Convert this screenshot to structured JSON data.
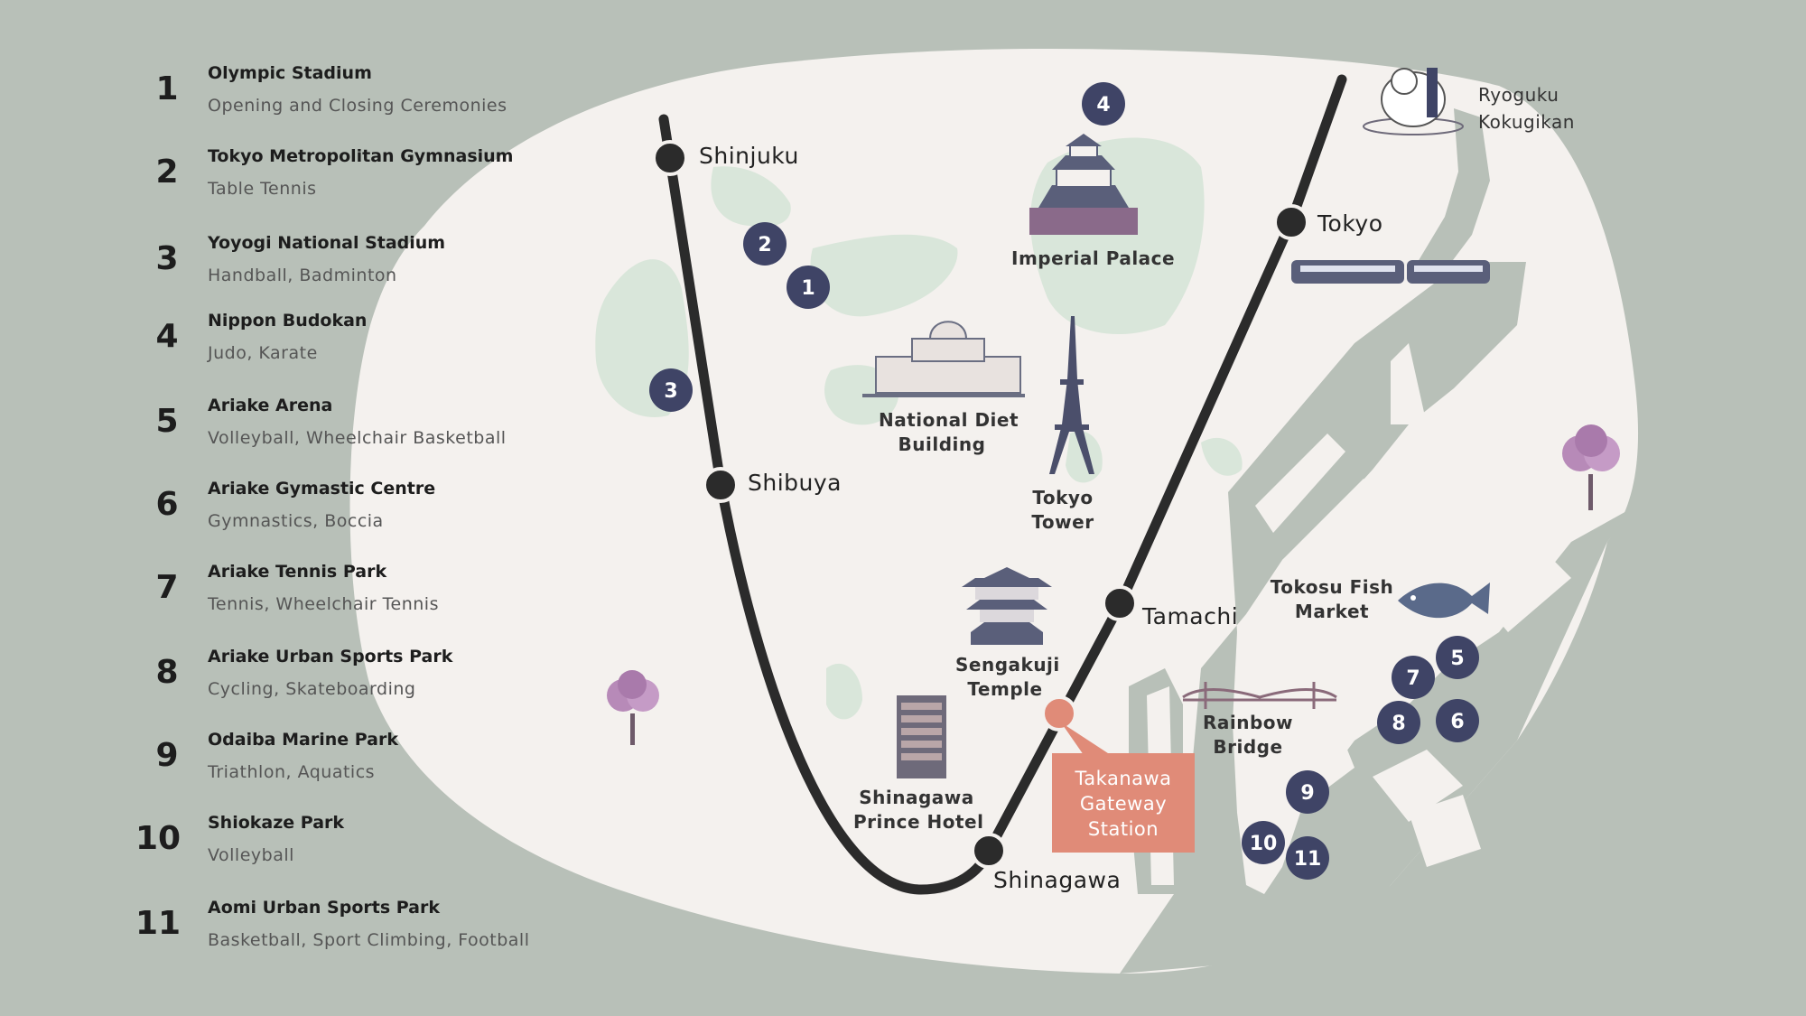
{
  "venues": [
    {
      "number": "1",
      "name": "Olympic Stadium",
      "sports": "Opening and Closing Ceremonies"
    },
    {
      "number": "2",
      "name": "Tokyo Metropolitan Gymnasium",
      "sports": "Table Tennis"
    },
    {
      "number": "3",
      "name": "Yoyogi National Stadium",
      "sports": "Handball, Badminton"
    },
    {
      "number": "4",
      "name": "Nippon Budokan",
      "sports": "Judo, Karate"
    },
    {
      "number": "5",
      "name": "Ariake Arena",
      "sports": "Volleyball, Wheelchair Basketball"
    },
    {
      "number": "6",
      "name": "Ariake Gymastic Centre",
      "sports": "Gymnastics, Boccia"
    },
    {
      "number": "7",
      "name": "Ariake Tennis Park",
      "sports": "Tennis, Wheelchair Tennis"
    },
    {
      "number": "8",
      "name": "Ariake Urban Sports Park",
      "sports": "Cycling, Skateboarding"
    },
    {
      "number": "9",
      "name": "Odaiba Marine Park",
      "sports": "Triathlon, Aquatics"
    },
    {
      "number": "10",
      "name": "Shiokaze Park",
      "sports": "Volleyball"
    },
    {
      "number": "11",
      "name": "Aomi Urban Sports Park",
      "sports": "Basketball, Sport Climbing, Football"
    }
  ],
  "stations": {
    "shinjuku": "Shinjuku",
    "shibuya": "Shibuya",
    "tokyo": "Tokyo",
    "tamachi": "Tamachi",
    "shinagawa": "Shinagawa",
    "takanawa": [
      "Takanawa",
      "Gateway",
      "Station"
    ]
  },
  "landmarks": {
    "imperial_palace": "Imperial Palace",
    "national_diet": [
      "National Diet",
      "Building"
    ],
    "tokyo_tower": [
      "Tokyo",
      "Tower"
    ],
    "sengakuji": [
      "Sengakuji",
      "Temple"
    ],
    "prince_hotel": [
      "Shinagawa",
      "Prince Hotel"
    ],
    "rainbow_bridge": [
      "Rainbow",
      "Bridge"
    ],
    "fish_market": [
      "Tokosu Fish",
      "Market"
    ],
    "kokugikan": [
      "Ryoguku",
      "Kokugikan"
    ]
  },
  "colors": {
    "background": "#b8c0b8",
    "land": "#f4f1ee",
    "park": "#d9e6da",
    "water_roads": "#b8c0b8",
    "rail": "#2b2b2b",
    "marker": "#3f4466",
    "highlight_station": "#e08b78"
  },
  "icons": [
    "train-icon",
    "sumo-wrestler-icon",
    "cherry-tree-icon",
    "fish-icon",
    "castle-icon",
    "diet-building-icon",
    "tokyo-tower-icon",
    "pagoda-icon",
    "hotel-icon",
    "bridge-icon"
  ]
}
